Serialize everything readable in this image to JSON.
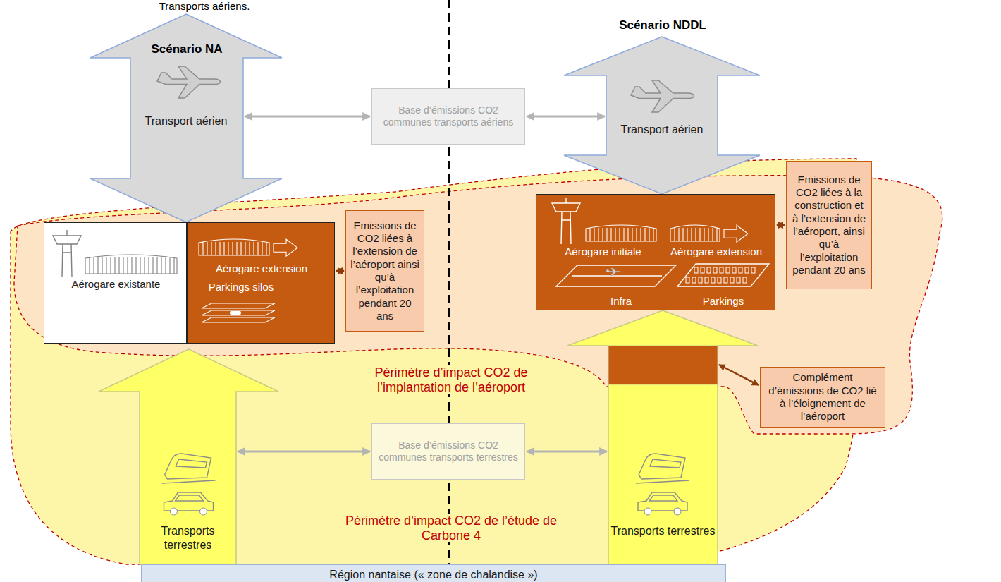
{
  "diagram": {
    "nodes": [
      {
        "text": [
          "Transport aérien"
        ]
      },
      {
        "text": [
          "Base d’émissions CO2 communes transports aériens"
        ]
      },
      {
        "text": [
          "Transport aérien"
        ]
      },
      {
        "text": [
          "Aérogare existante"
        ]
      },
      {
        "text": [
          "Aérogare extension",
          "Parkings silos"
        ]
      },
      {
        "text": [
          "Emissions de CO2 liées à l’extension de l’aéroport ainsi qu’à l’exploitation pendant 20 ans"
        ]
      },
      {
        "text": [
          "Aérogare initiale",
          "Aérogare extension",
          "Infra",
          "Parkings"
        ]
      },
      {
        "text": [
          "Emissions de CO2 liées à la construction et à l’extension de l’aéroport, ainsi qu’à l’exploitation pendant 20 ans"
        ]
      },
      {
        "text": [
          "Transports terrestres"
        ]
      },
      {
        "text": [
          "Transports terrestres"
        ]
      },
      {
        "text": [
          "Complément d’émissions de CO2 lié à l’éloignement de l’aéroport"
        ]
      },
      {
        "text": [
          "Base d’émissions CO2 communes transports terrestres"
        ]
      },
      {
        "text": [
          "Région nantaise (« zone de chalandise »)"
        ]
      }
    ],
    "edges": [
      {
        "from": 1,
        "to": 0,
        "arrow": "both"
      },
      {
        "from": 1,
        "to": 2,
        "arrow": "both"
      },
      {
        "from": 5,
        "to": 4,
        "arrow": "both"
      },
      {
        "from": 7,
        "to": 6,
        "arrow": "both"
      },
      {
        "from": 10,
        "to": 9,
        "arrow": "both"
      },
      {
        "from": 11,
        "to": 8,
        "arrow": "both"
      },
      {
        "from": 11,
        "to": 9,
        "arrow": "both"
      }
    ],
    "labels": [
      "Transports aériens.",
      "Scénario NA",
      "Scénario NDDL",
      "Périmètre d’impact CO2 de l’implantation de l’aéroport",
      "Périmètre d’impact CO2 de l’étude de Carbone 4"
    ]
  }
}
